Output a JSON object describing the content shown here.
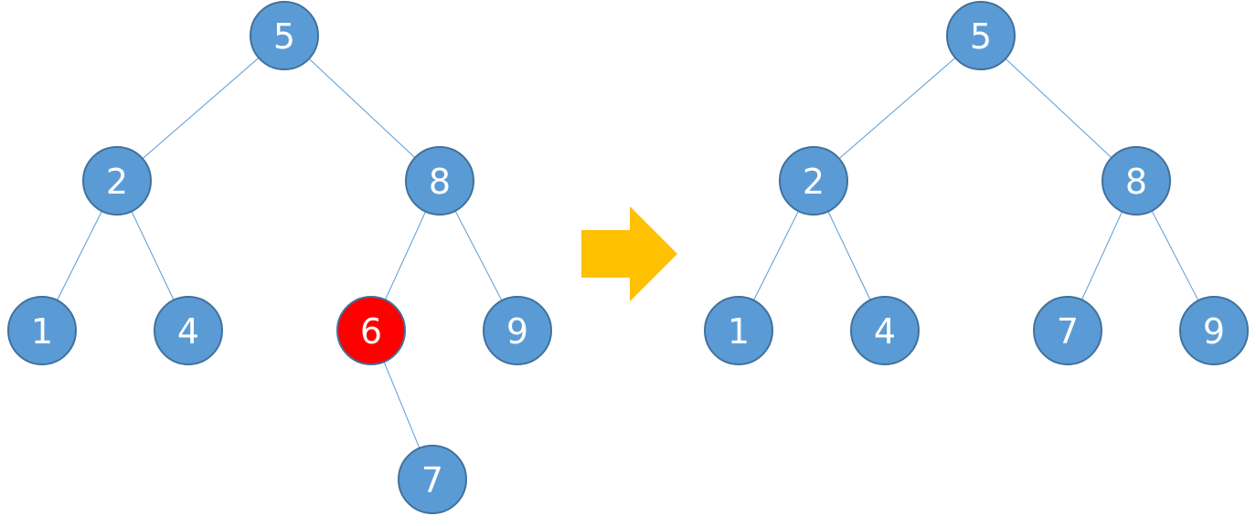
{
  "colors": {
    "node_fill": "#5b9bd5",
    "node_stroke": "#41719c",
    "edge": "#5b9bd5",
    "highlight_fill": "#ff0000",
    "highlight_stroke": "#c00000",
    "arrow": "#ffc000",
    "label": "#ffffff"
  },
  "arrow": {
    "direction": "right",
    "icon": "right-arrow-icon"
  },
  "trees": [
    {
      "id": "before",
      "nodes": [
        {
          "id": "n5",
          "label": "5"
        },
        {
          "id": "n2",
          "label": "2"
        },
        {
          "id": "n8",
          "label": "8"
        },
        {
          "id": "n1",
          "label": "1"
        },
        {
          "id": "n4",
          "label": "4"
        },
        {
          "id": "n6",
          "label": "6",
          "highlighted": true
        },
        {
          "id": "n9",
          "label": "9"
        },
        {
          "id": "n7",
          "label": "7"
        }
      ],
      "edges": [
        [
          "n5",
          "n2"
        ],
        [
          "n5",
          "n8"
        ],
        [
          "n2",
          "n1"
        ],
        [
          "n2",
          "n4"
        ],
        [
          "n8",
          "n6"
        ],
        [
          "n8",
          "n9"
        ],
        [
          "n6",
          "n7"
        ]
      ]
    },
    {
      "id": "after",
      "nodes": [
        {
          "id": "m5",
          "label": "5"
        },
        {
          "id": "m2",
          "label": "2"
        },
        {
          "id": "m8",
          "label": "8"
        },
        {
          "id": "m1",
          "label": "1"
        },
        {
          "id": "m4",
          "label": "4"
        },
        {
          "id": "m7",
          "label": "7"
        },
        {
          "id": "m9",
          "label": "9"
        }
      ],
      "edges": [
        [
          "m5",
          "m2"
        ],
        [
          "m5",
          "m8"
        ],
        [
          "m2",
          "m1"
        ],
        [
          "m2",
          "m4"
        ],
        [
          "m8",
          "m7"
        ],
        [
          "m8",
          "m9"
        ]
      ]
    }
  ]
}
